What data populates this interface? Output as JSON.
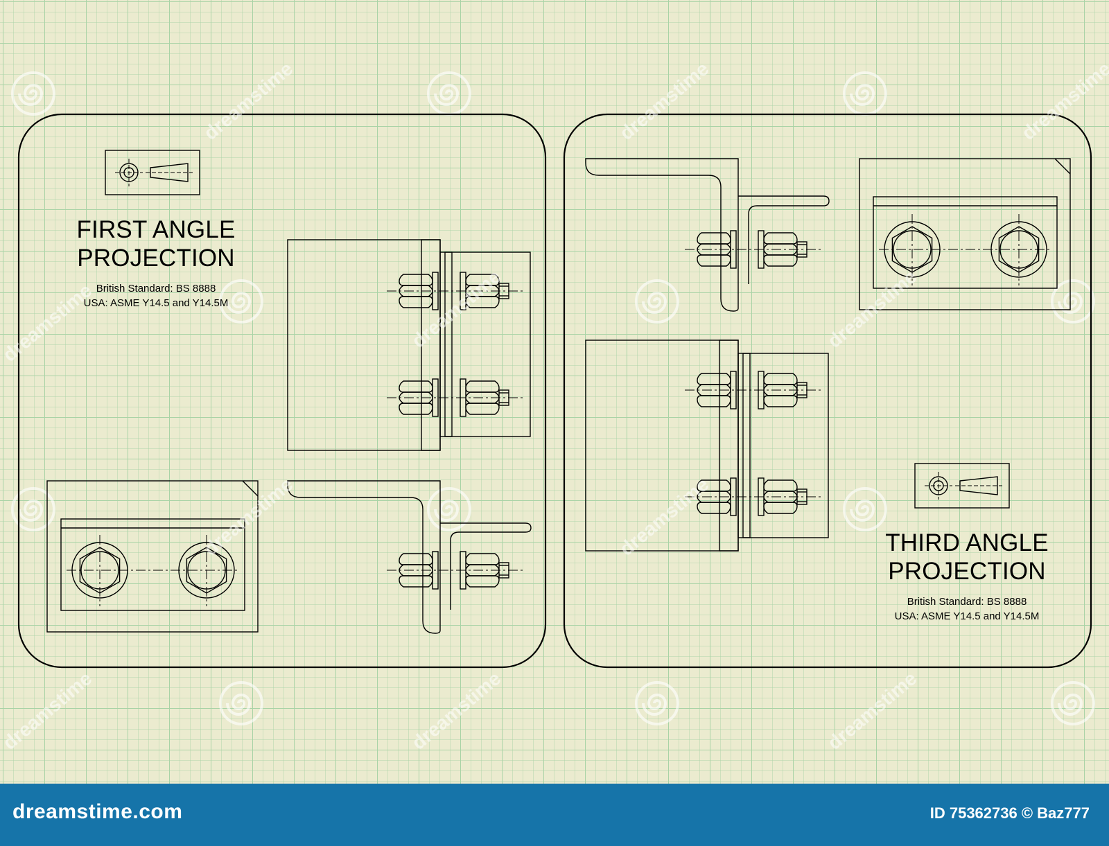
{
  "colors": {
    "paper": "#ebebcf",
    "grid": "#a9d3a6",
    "ink": "#000000",
    "footer": "#1674a9"
  },
  "first_angle": {
    "title_line1": "FIRST ANGLE",
    "title_line2": "PROJECTION",
    "note_line1": "British Standard: BS 8888",
    "note_line2": "USA: ASME Y14.5 and Y14.5M"
  },
  "third_angle": {
    "title_line1": "THIRD ANGLE",
    "title_line2": "PROJECTION",
    "note_line1": "British Standard: BS 8888",
    "note_line2": "USA: ASME Y14.5 and Y14.5M"
  },
  "watermark": {
    "text": "dreamstime"
  },
  "footer": {
    "brand": "dreamstime.com",
    "credit": "ID 75362736 © Baz777"
  }
}
